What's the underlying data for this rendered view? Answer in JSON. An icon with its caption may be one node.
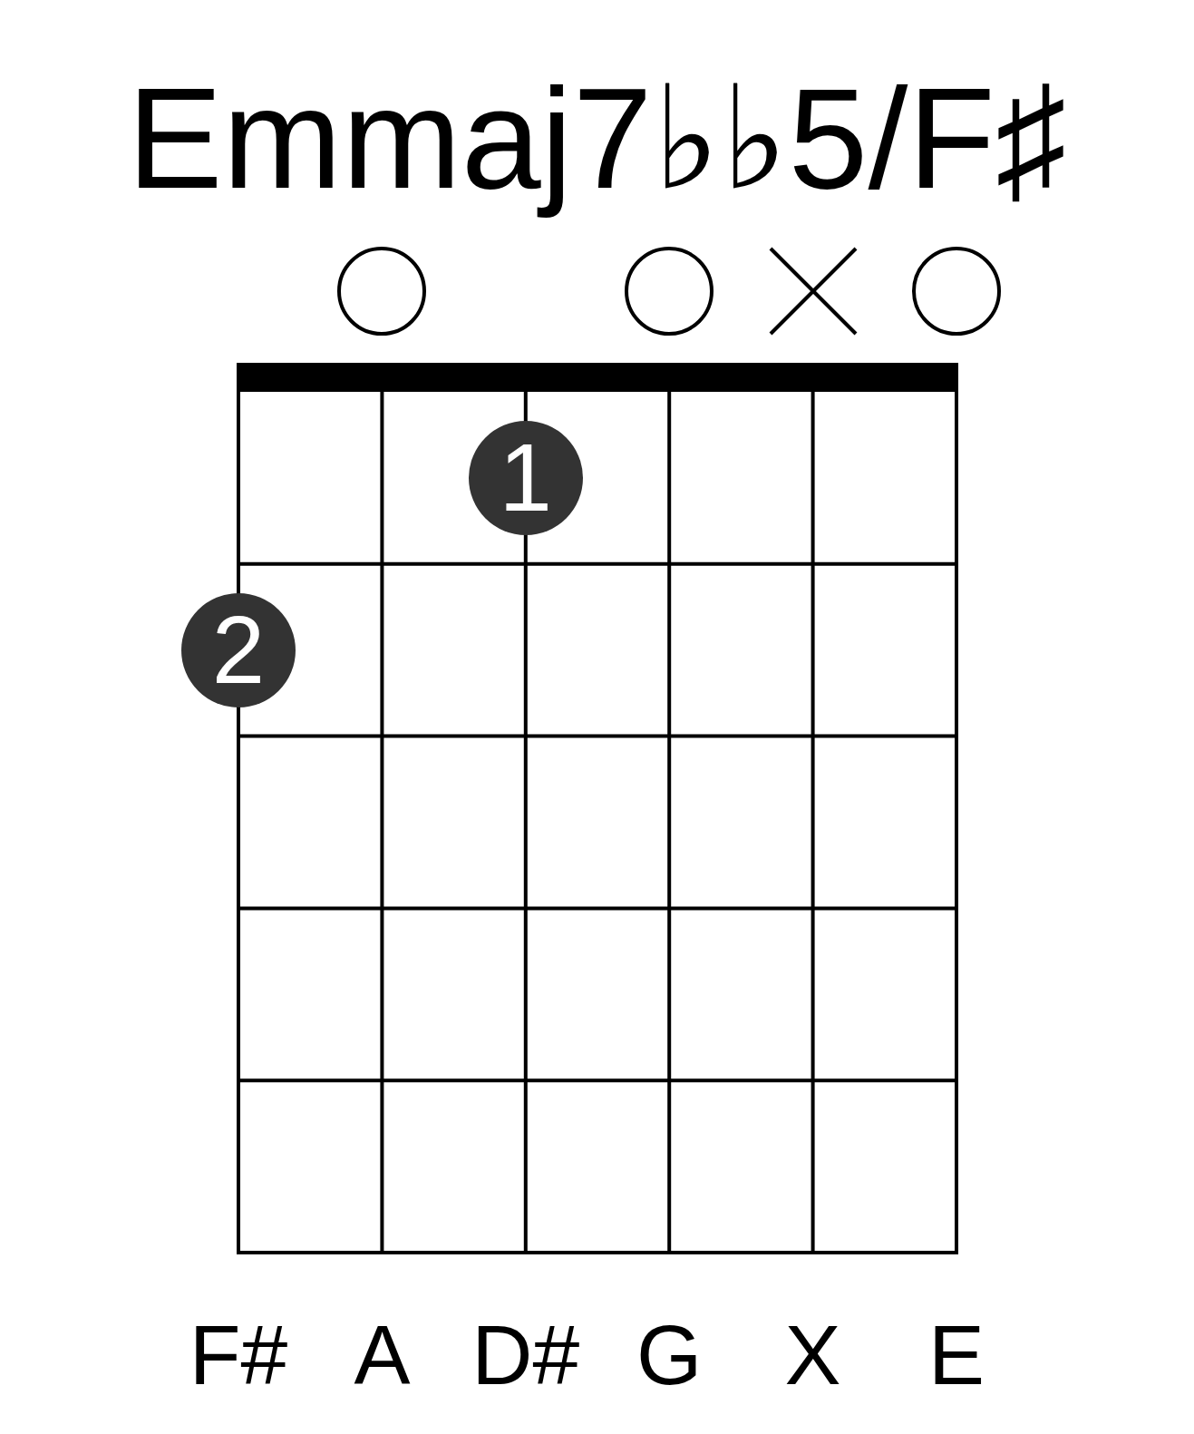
{
  "diagram": {
    "title": "Emmaj7♭♭5/F♯",
    "nodes": [
      {
        "text": [],
        "shape": "circle"
      },
      {
        "text": [],
        "shape": "circle"
      },
      {
        "text": [],
        "shape": "cross"
      },
      {
        "text": [],
        "shape": "circle"
      },
      {
        "text": [
          "1"
        ]
      },
      {
        "text": [
          "2"
        ]
      }
    ],
    "labels": [
      "F#",
      "A",
      "D#",
      "G",
      "X",
      "E"
    ]
  }
}
